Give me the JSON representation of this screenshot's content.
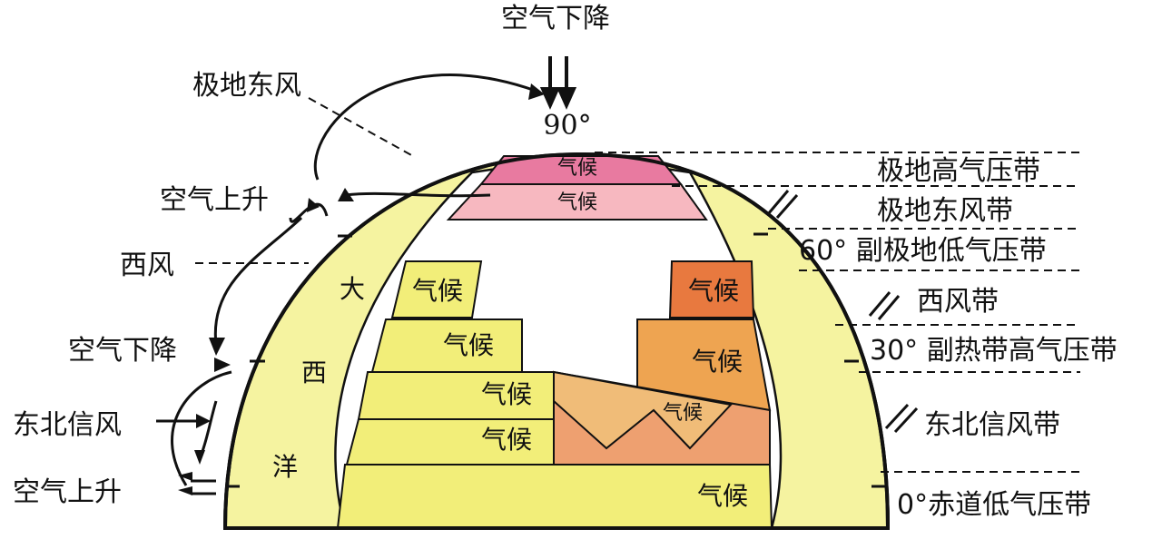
{
  "top_label": "空气下降",
  "pole_degree": "90°",
  "left_labels": {
    "polar_easterly": "极地东风",
    "air_rise_60": "空气上升",
    "westerly": "西风",
    "air_sink_30": "空气下降",
    "ne_trade": "东北信风",
    "air_rise_0": "空气上升"
  },
  "right_labels": {
    "polar_high": "极地高气压带",
    "polar_easterly_belt": "极地东风带",
    "subpolar_low": "60° 副极地低气压带",
    "westerly_belt": "西风带",
    "subtropical_high": "30° 副热带高气压带",
    "ne_trade_belt": "东北信风带",
    "equatorial_low": "0°赤道低气压带"
  },
  "ocean_chars": [
    "大",
    "西",
    "洋"
  ],
  "climate_label": "气候",
  "colors": {
    "land_yellow": "#f2ee79",
    "ocean_yellow": "#f5f3a0",
    "polar_pink": "#e87aa0",
    "light_pink": "#f7b8c0",
    "orange_dark": "#e8793f",
    "orange_mid": "#eea451",
    "tan": "#f0bc78",
    "salmon": "#eea070",
    "outline": "#111111"
  }
}
